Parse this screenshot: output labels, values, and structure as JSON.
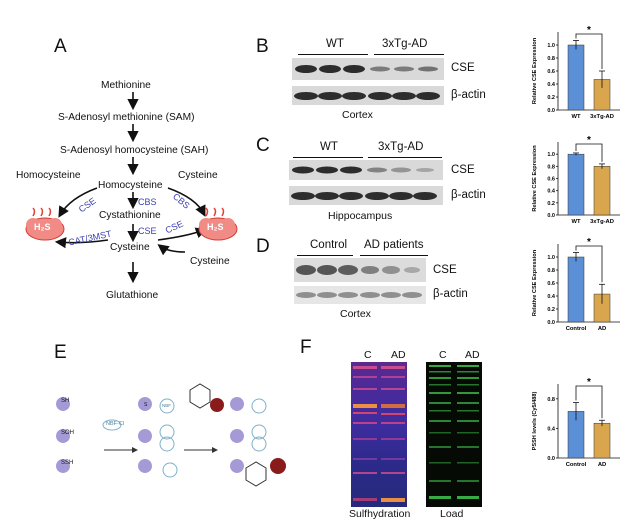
{
  "panels": {
    "A": "A",
    "B": "B",
    "C": "C",
    "D": "D",
    "E": "E",
    "F": "F"
  },
  "pathway": {
    "methionine": "Methionine",
    "sam": "S-Adenosyl methionine (SAM)",
    "sah": "S-Adenosyl homocysteine (SAH)",
    "homocysteine_left": "Homocysteine",
    "cysteine_right": "Cysteine",
    "homocysteine": "Homocysteine",
    "cbs1": "CBS",
    "cystathionine": "Cystathionine",
    "cse_mid": "CSE",
    "cse_left": "CSE",
    "cbs_right": "CBS",
    "cat_3mst": "CAT/3MST",
    "cse_right": "CSE",
    "cysteine": "Cysteine",
    "cysteine_lower": "Cysteine",
    "glutathione": "Glutathione",
    "h2s_left": "H₂S",
    "h2s_right": "H₂S"
  },
  "blots": {
    "B": {
      "group1": "WT",
      "group2": "3xTg-AD",
      "band1": "CSE",
      "band2": "β-actin",
      "tissue": "Cortex"
    },
    "C": {
      "group1": "WT",
      "group2": "3xTg-AD",
      "band1": "CSE",
      "band2": "β-actin",
      "tissue": "Hippocampus"
    },
    "D": {
      "group1": "Control",
      "group2": "AD patients",
      "band1": "CSE",
      "band2": "β-actin",
      "tissue": "Cortex"
    }
  },
  "scheme_E": {
    "sh": "SH",
    "soh": "SOH",
    "ssh": "SSH",
    "reagent": "NBF-Cl",
    "nbf": "NBF",
    "s": "S"
  },
  "gels_F": {
    "lane_c": "C",
    "lane_ad": "AD",
    "left_caption": "Sulfhydration",
    "right_caption": "Load"
  },
  "chart_data": [
    {
      "type": "bar",
      "categories": [
        "WT",
        "3xTg-AD"
      ],
      "values": [
        1.0,
        0.47
      ],
      "errors": [
        0.07,
        0.13
      ],
      "ylabel": "Relative CSE Expression",
      "ylim": [
        0,
        1.2
      ],
      "yticks": [
        "0.0",
        "0.2",
        "0.4",
        "0.6",
        "0.8",
        "1.0"
      ],
      "significance": "*",
      "colors": [
        "#5b8fd6",
        "#d9a64e"
      ]
    },
    {
      "type": "bar",
      "categories": [
        "WT",
        "3xTg-AD"
      ],
      "values": [
        1.0,
        0.8
      ],
      "errors": [
        0.02,
        0.04
      ],
      "ylabel": "Relative CSE Expression",
      "ylim": [
        0,
        1.2
      ],
      "yticks": [
        "0.0",
        "0.2",
        "0.4",
        "0.6",
        "0.8",
        "1.0"
      ],
      "significance": "*",
      "colors": [
        "#5b8fd6",
        "#d9a64e"
      ]
    },
    {
      "type": "bar",
      "categories": [
        "Control",
        "AD"
      ],
      "values": [
        1.0,
        0.43
      ],
      "errors": [
        0.07,
        0.15
      ],
      "ylabel": "Relative CSE Expression",
      "ylim": [
        0,
        1.2
      ],
      "yticks": [
        "0.0",
        "0.2",
        "0.4",
        "0.6",
        "0.8",
        "1.0"
      ],
      "significance": "*",
      "colors": [
        "#5b8fd6",
        "#d9a64e"
      ]
    },
    {
      "type": "bar",
      "categories": [
        "Control",
        "AD"
      ],
      "values": [
        0.63,
        0.47
      ],
      "errors": [
        0.12,
        0.04
      ],
      "ylabel": "PSSH levels (Cy5/488)",
      "ylim": [
        0,
        1.0
      ],
      "yticks": [
        "0.0",
        "0.4",
        "0.8"
      ],
      "significance": "*",
      "colors": [
        "#5b8fd6",
        "#d9a64e"
      ]
    }
  ]
}
